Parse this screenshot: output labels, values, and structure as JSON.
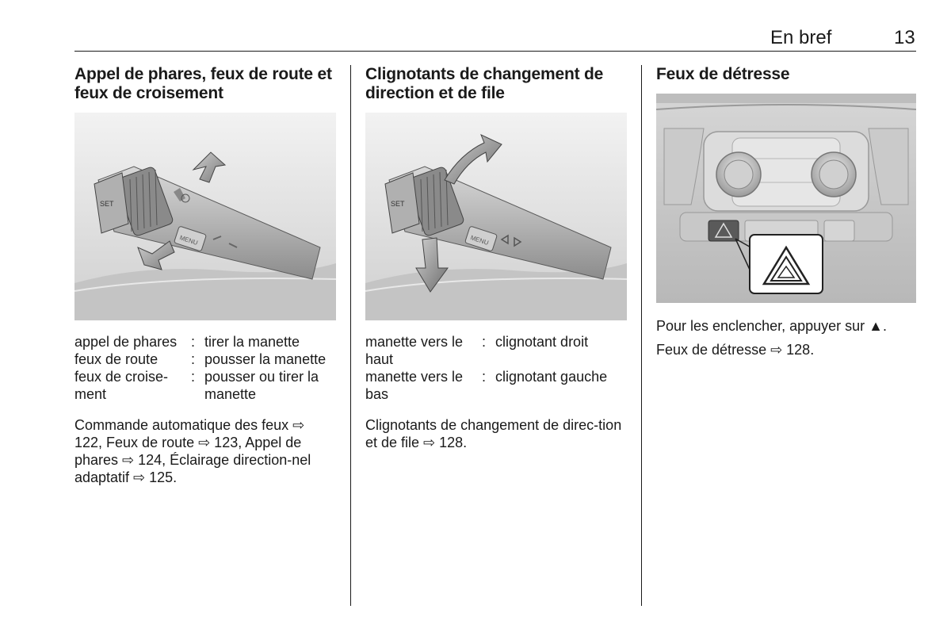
{
  "header": {
    "section": "En bref",
    "page": "13"
  },
  "col1": {
    "title": "Appel de phares, feux de route et feux de croisement",
    "rows": [
      {
        "term": "appel de phares",
        "def": "tirer la manette"
      },
      {
        "term": "feux de route",
        "def": "pousser la manette"
      },
      {
        "term": "feux de croise‐ment",
        "def": "pousser ou tirer la manette"
      }
    ],
    "para": "Commande automatique des feux ⇨ 122, Feux de route ⇨ 123, Appel de phares ⇨ 124, Éclairage direction‐nel adaptatif ⇨ 125."
  },
  "col2": {
    "title": "Clignotants de changement de direction et de file",
    "rows": [
      {
        "term": "manette vers le haut",
        "def": "clignotant droit"
      },
      {
        "term": "manette vers le bas",
        "def": "clignotant gauche"
      }
    ],
    "para": "Clignotants de changement de direc‐tion et de file ⇨ 128."
  },
  "col3": {
    "title": "Feux de détresse",
    "para1": "Pour les enclencher, appuyer sur ▲.",
    "para2": "Feux de détresse ⇨ 128."
  },
  "figures": {
    "lever_labels": {
      "menu": "MENU"
    }
  },
  "colors": {
    "text": "#1a1a1a",
    "rule": "#1a1a1a",
    "illustration_bg": "#e2e2e2"
  }
}
